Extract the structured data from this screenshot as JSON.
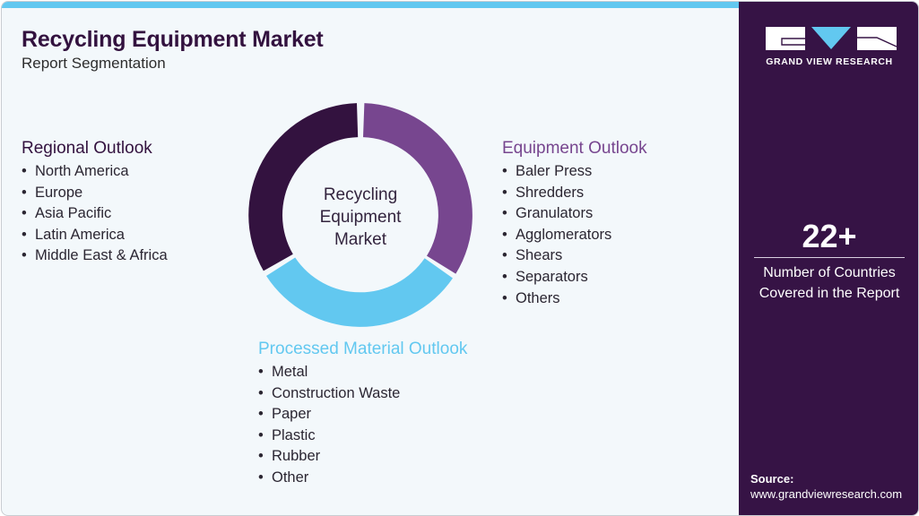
{
  "header": {
    "title": "Recycling Equipment Market",
    "subtitle": "Report Segmentation"
  },
  "center_label": {
    "line1": "Recycling",
    "line2": "Equipment",
    "line3": "Market"
  },
  "colors": {
    "accent_blue": "#62c8f0",
    "dark_purple": "#33123f",
    "purple": "#77468f",
    "panel_bg": "#361345",
    "canvas_bg": "#f3f8fb"
  },
  "sections": {
    "regional": {
      "title": "Regional Outlook",
      "items": [
        "North America",
        "Europe",
        "Asia Pacific",
        "Latin America",
        "Middle East & Africa"
      ]
    },
    "equipment": {
      "title": "Equipment Outlook",
      "items": [
        "Baler Press",
        "Shredders",
        "Granulators",
        "Agglomerators",
        "Shears",
        "Separators",
        "Others"
      ]
    },
    "material": {
      "title": "Processed Material Outlook",
      "items": [
        "Metal",
        "Construction Waste",
        "Paper",
        "Plastic",
        "Rubber",
        "Other"
      ]
    }
  },
  "chart_data": {
    "type": "pie",
    "title": "Recycling Equipment Market",
    "variant": "donut",
    "categories": [
      "Equipment Outlook",
      "Processed Material Outlook",
      "Regional Outlook"
    ],
    "values": [
      33.3,
      33.3,
      33.3
    ],
    "colors": [
      "#77468f",
      "#62c8f0",
      "#33123f"
    ]
  },
  "sidebar": {
    "logo_text": "GRAND VIEW RESEARCH",
    "stat_value": "22+",
    "stat_label_line1": "Number of Countries",
    "stat_label_line2": "Covered in the Report",
    "source_label": "Source:",
    "source_url": "www.grandviewresearch.com"
  },
  "bullet": "•"
}
